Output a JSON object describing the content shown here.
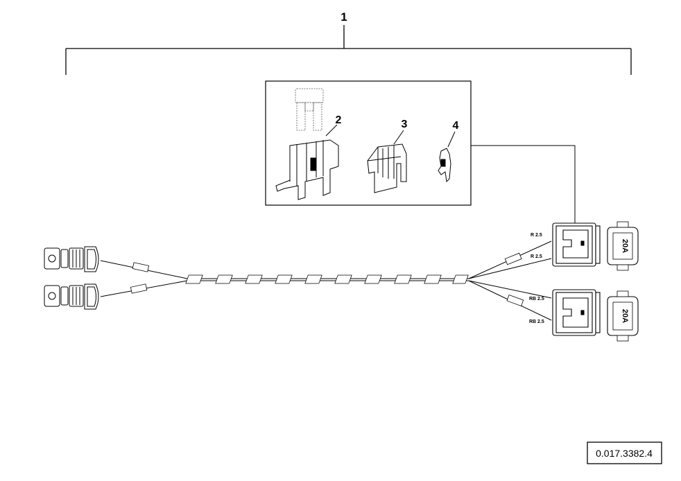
{
  "callouts": {
    "assembly": "1",
    "fuse_holder": "2",
    "cover": "3",
    "terminal": "4"
  },
  "wire_labels": {
    "upper_a": "R 2.5",
    "upper_b": "R 2.5",
    "lower_a": "RB 2.5",
    "lower_b": "RB 2.5"
  },
  "fuse_labels": {
    "upper": "20A",
    "lower": "20A"
  },
  "reference_number": "0.017.3382.4"
}
